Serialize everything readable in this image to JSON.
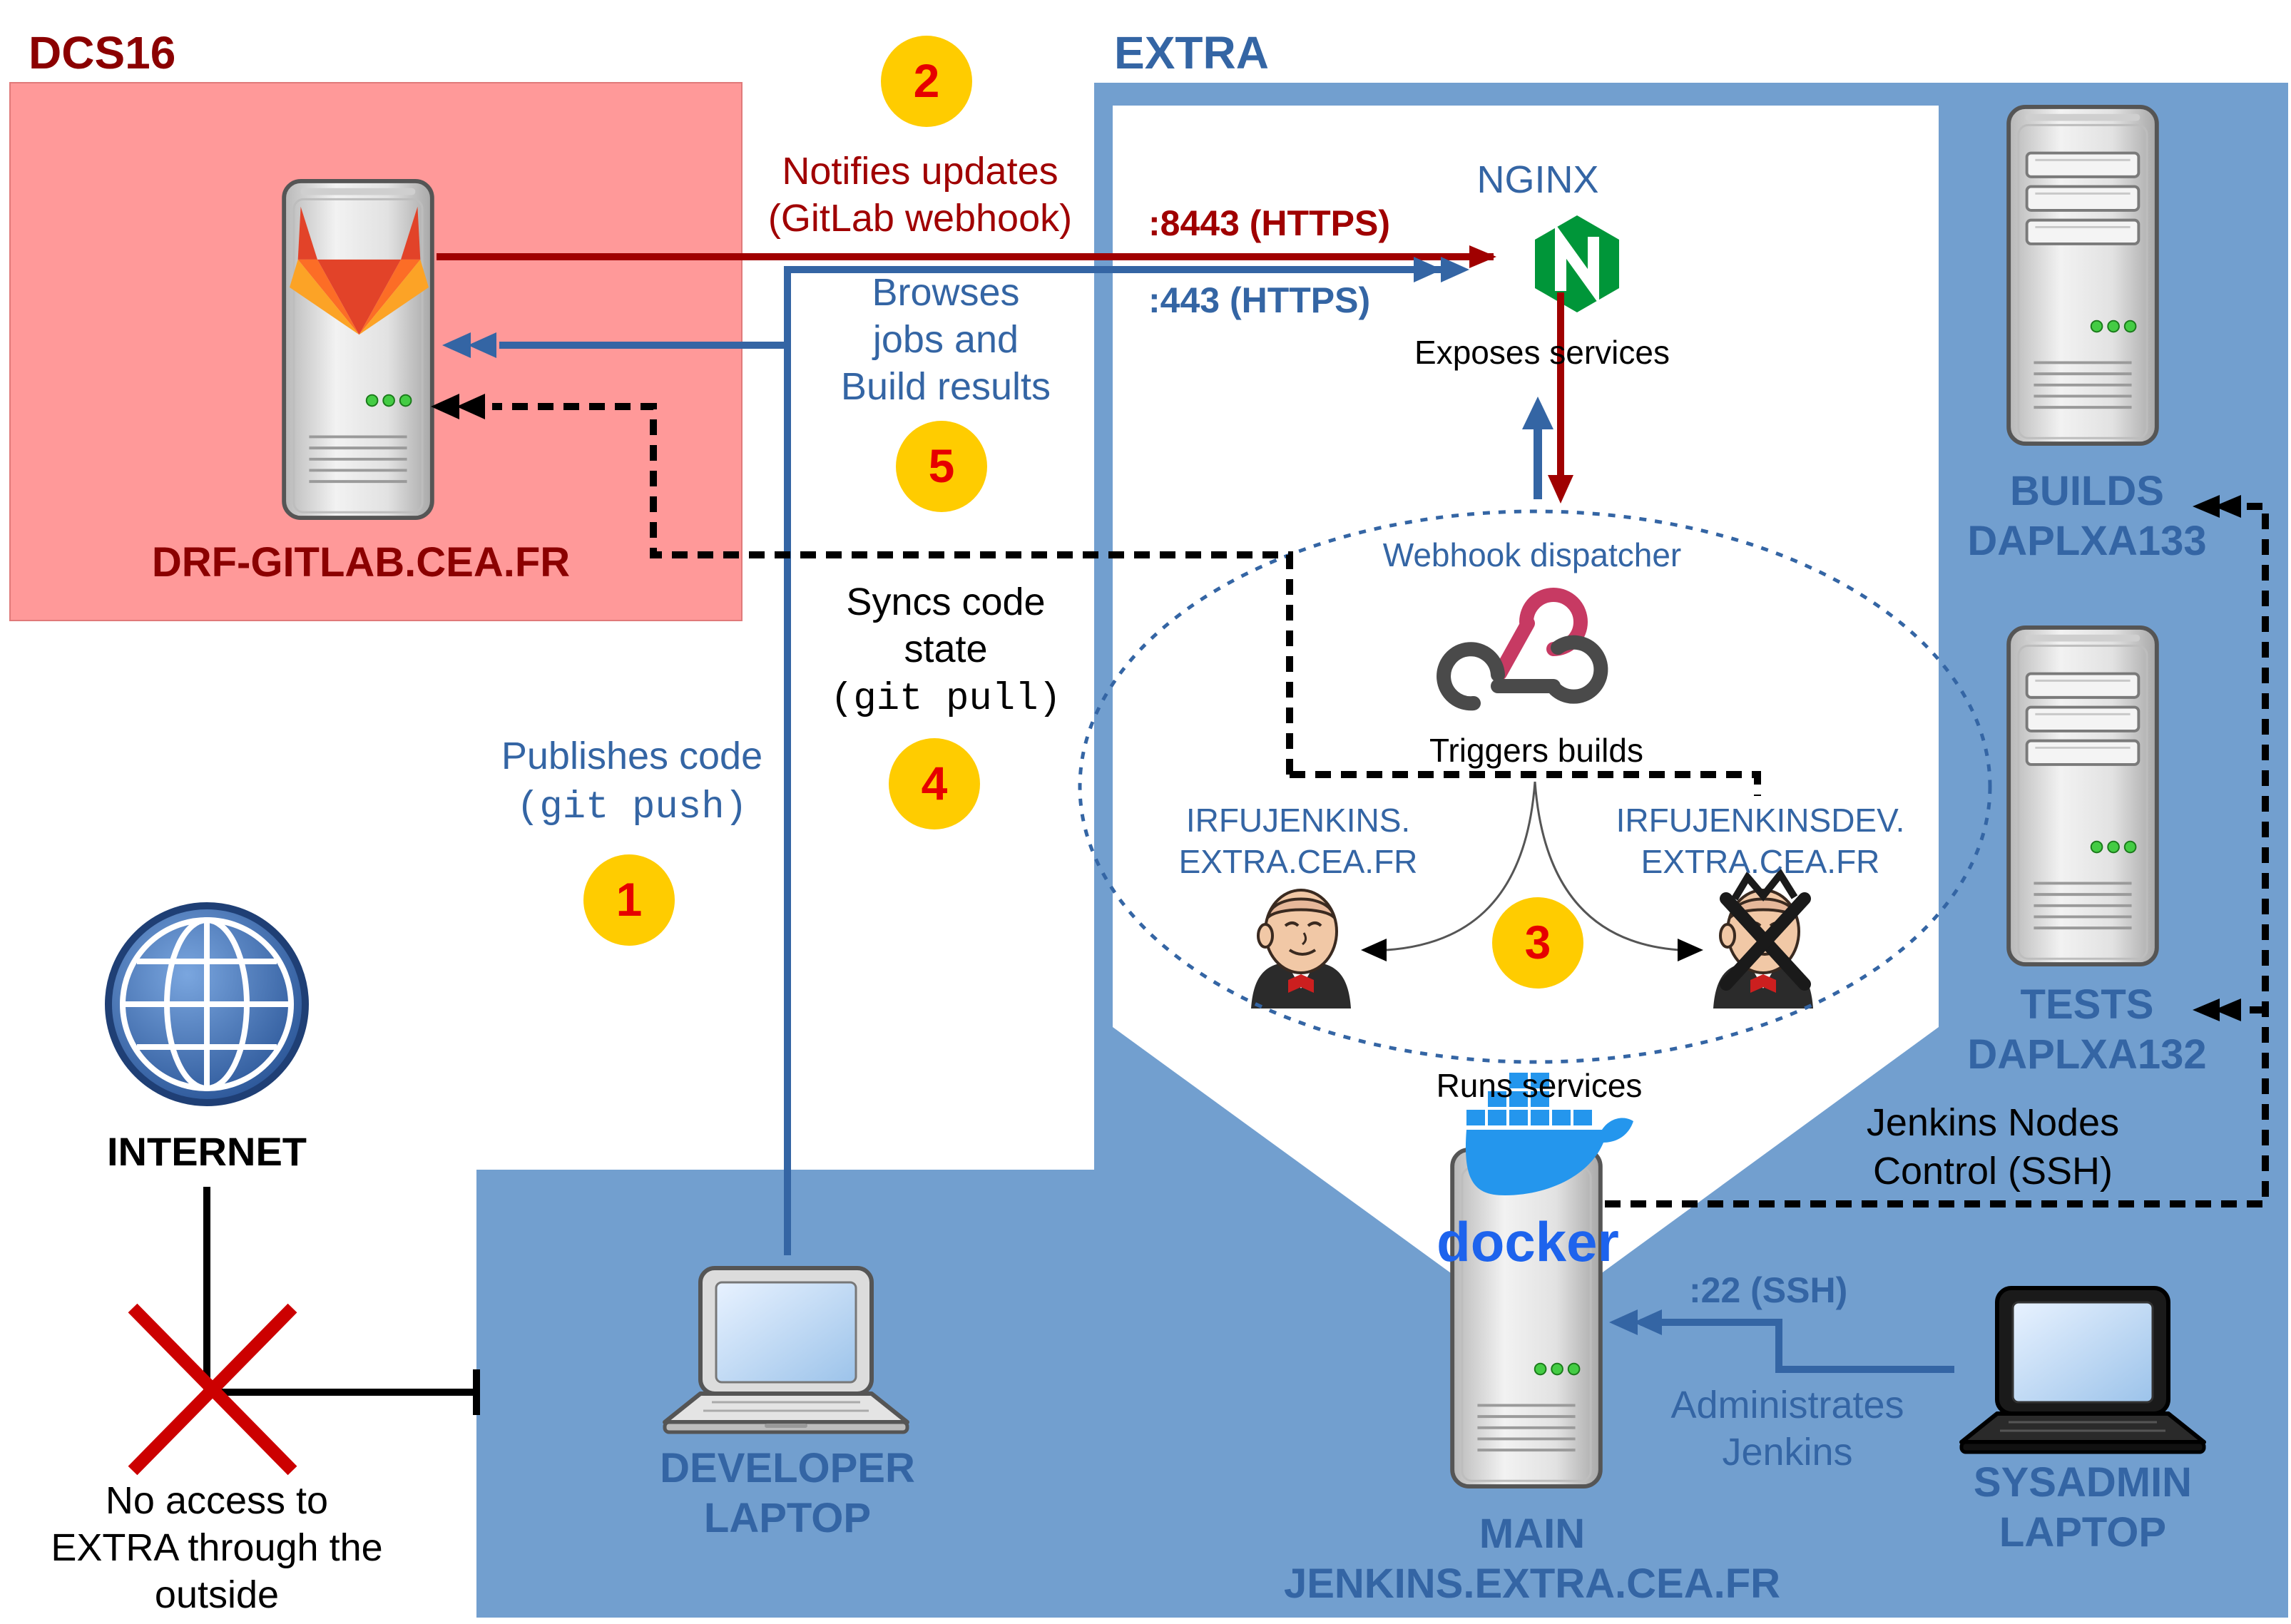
{
  "colors": {
    "dcs_bg": "#ff9999",
    "dcs_text": "#8b0000",
    "extra_bg": "#729fcf",
    "extra_text": "#3465a4",
    "red_arrow": "#a00000",
    "blue_arrow": "#3465a4",
    "badge": "#ffcc00",
    "badge_text": "#e60000"
  },
  "zones": {
    "dcs16": "DCS16",
    "extra": "EXTRA"
  },
  "nodes": {
    "gitlab": "DRF-GITLAB.CEA.FR",
    "nginx": "NGINX",
    "nginx_caption": "Exposes services",
    "webhook": "Webhook dispatcher",
    "triggers": "Triggers builds",
    "jenkins_prod_1": "IRFUJENKINS.",
    "jenkins_prod_2": "EXTRA.CEA.FR",
    "jenkins_dev_1": "IRFUJENKINSDEV.",
    "jenkins_dev_2": "EXTRA.CEA.FR",
    "runs_services": "Runs services",
    "docker": "docker",
    "builds_1": "BUILDS",
    "builds_2": "DAPLXA133",
    "tests_1": "TESTS",
    "tests_2": "DAPLXA132",
    "main_1": "MAIN",
    "main_2": "JENKINS.EXTRA.CEA.FR",
    "dev_laptop_1": "DEVELOPER",
    "dev_laptop_2": "LAPTOP",
    "sysadmin_1": "SYSADMIN",
    "sysadmin_2": "LAPTOP",
    "internet": "INTERNET"
  },
  "labels": {
    "notifies_1": "Notifies updates",
    "notifies_2": "(GitLab webhook)",
    "port_8443": ":8443 (HTTPS)",
    "port_443": ":443 (HTTPS)",
    "browses_1": "Browses",
    "browses_2": "jobs and",
    "browses_3": "Build results",
    "syncs_1": "Syncs code",
    "syncs_2": "state",
    "syncs_3": "(git pull)",
    "publishes_1": "Publishes code",
    "publishes_2": "(git push)",
    "nodes_control_1": "Jenkins Nodes",
    "nodes_control_2": "Control (SSH)",
    "port_22": ":22 (SSH)",
    "administrates_1": "Administrates",
    "administrates_2": "Jenkins",
    "no_access_1": "No access to",
    "no_access_2": "EXTRA through the",
    "no_access_3": "outside"
  },
  "steps": {
    "s1": "1",
    "s2": "2",
    "s3": "3",
    "s4": "4",
    "s5": "5"
  }
}
